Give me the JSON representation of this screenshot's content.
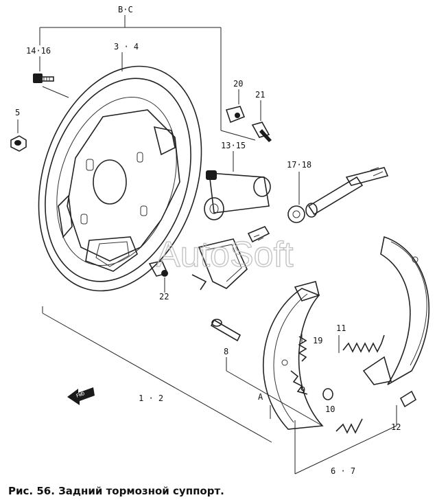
{
  "diagram": {
    "labels": {
      "bc": "B·C",
      "p3_4": "3 · 4",
      "p14_16": "14·16",
      "p5": "5",
      "p20": "20",
      "p21": "21",
      "p13_15": "13·15",
      "p17_18": "17·18",
      "p22": "22",
      "p19": "19",
      "p11": "11",
      "p8": "8",
      "p9": "9",
      "p10": "10",
      "pA": "A",
      "p1_2": "1 · 2",
      "p12": "12",
      "p6_7": "6 · 7",
      "fwd": "FWD"
    },
    "watermark": "AutoSoft"
  },
  "caption": "Рис. 56. Задний тормозной суппорт."
}
